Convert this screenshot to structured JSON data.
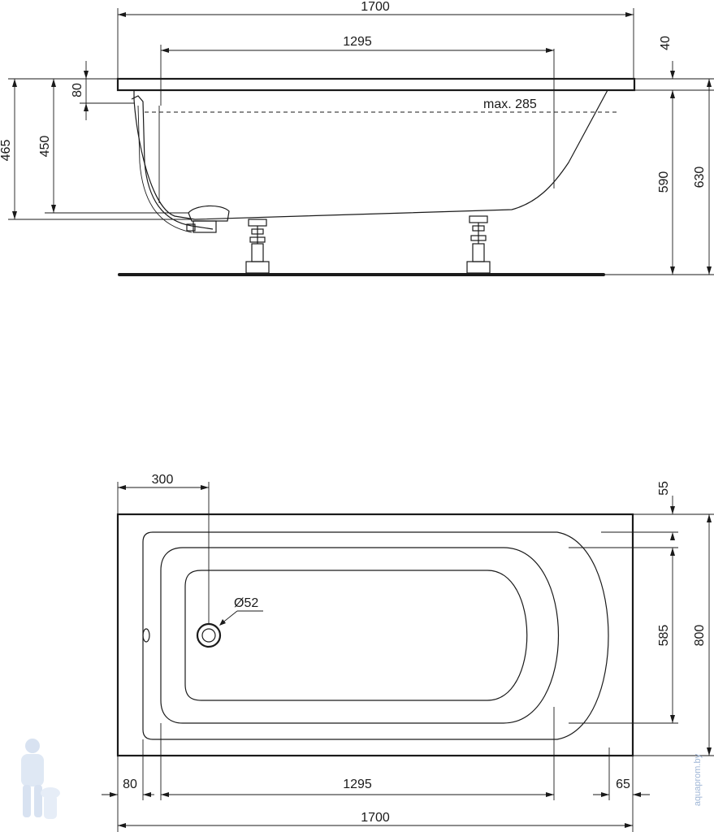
{
  "side_view": {
    "overall_length": "1700",
    "inner_length": "1295",
    "rim_thickness": "40",
    "overflow_height": "80",
    "height_465": "465",
    "height_450": "450",
    "max_depth": "max. 285",
    "depth_590": "590",
    "total_height": "630"
  },
  "top_view": {
    "drain_offset": "300",
    "drain_diameter": "Ø52",
    "rim_55": "55",
    "inner_width": "585",
    "total_width": "800",
    "left_80": "80",
    "inner_length": "1295",
    "right_65": "65",
    "overall_length": "1700"
  },
  "watermark": {
    "text": "aquaprom.by"
  }
}
